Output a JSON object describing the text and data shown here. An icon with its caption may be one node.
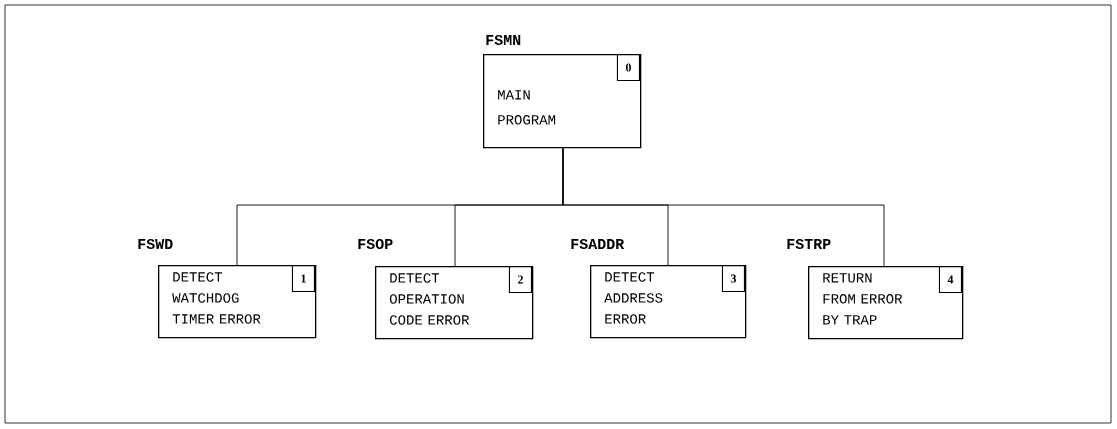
{
  "diagram": {
    "nodes": [
      {
        "text": [
          "FSMN",
          "MAIN PROGRAM",
          "0"
        ]
      },
      {
        "text": [
          "FSWD",
          "DETECT WATCHDOG TIMER ERROR",
          "1"
        ]
      },
      {
        "text": [
          "FSOP",
          "DETECT OPERATION CODE ERROR",
          "2"
        ]
      },
      {
        "text": [
          "FSADDR",
          "DETECT ADDRESS ERROR",
          "3"
        ]
      },
      {
        "text": [
          "FSTRP",
          "RETURN FROM ERROR BY TRAP",
          "4"
        ]
      }
    ],
    "edges": [
      {
        "from": 0,
        "to": 1,
        "arrow": "none"
      },
      {
        "from": 0,
        "to": 2,
        "arrow": "none"
      },
      {
        "from": 0,
        "to": 3,
        "arrow": "none"
      },
      {
        "from": 0,
        "to": 4,
        "arrow": "none"
      }
    ]
  }
}
